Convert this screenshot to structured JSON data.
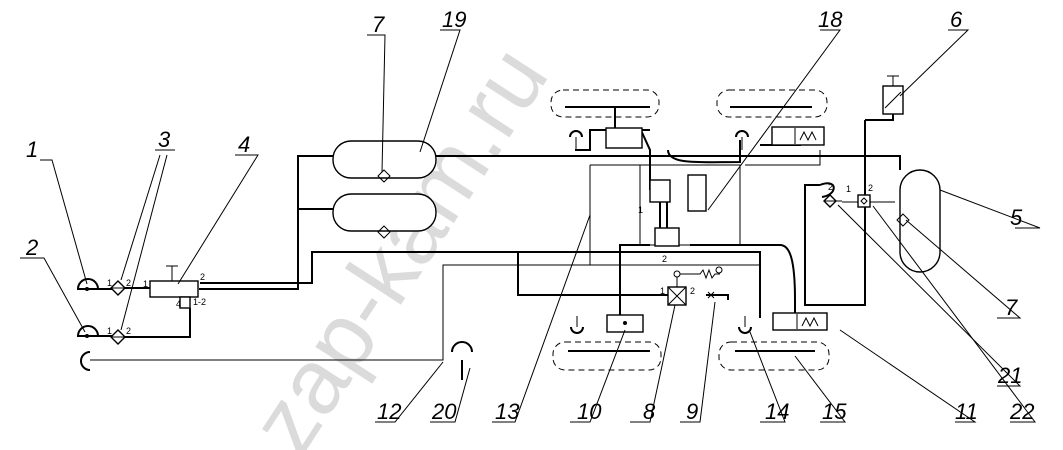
{
  "watermark": "zap-kam.ru",
  "labels": {
    "l1": "1",
    "l2": "2",
    "l3": "3",
    "l4": "4",
    "l5": "5",
    "l6": "6",
    "l7a": "7",
    "l7b": "7",
    "l8": "8",
    "l9": "9",
    "l10": "10",
    "l11": "11",
    "l12": "12",
    "l13": "13",
    "l14": "14",
    "l15": "15",
    "l18": "18",
    "l19": "19",
    "l20": "20",
    "l21": "21",
    "l22": "22"
  },
  "ports": {
    "c1a": "1",
    "c2a": "2",
    "c1b": "1",
    "c2b": "2",
    "v4_1": "1",
    "v4_2": "2",
    "v4_4": "4",
    "v4_12": "1-2",
    "v8_1": "1",
    "v8_2": "2",
    "r21_1": "1",
    "r21_2": "2",
    "r22_2": "2",
    "m1": "1",
    "m2": "2"
  }
}
